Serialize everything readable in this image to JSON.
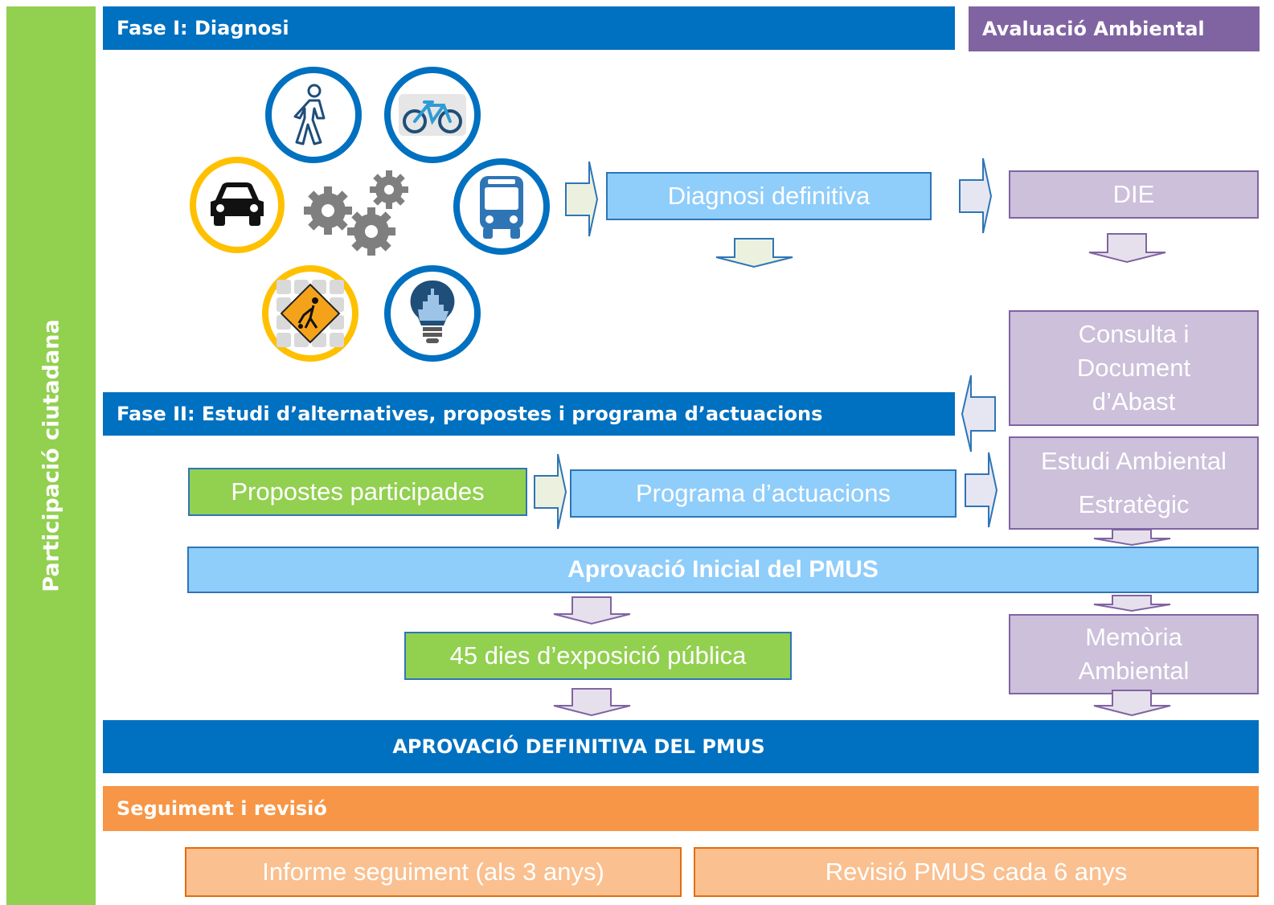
{
  "sidebar": {
    "label": "Participació ciutadana"
  },
  "phase1": {
    "title": "Fase I: Diagnosi"
  },
  "env": {
    "title": "Avaluació Ambiental"
  },
  "boxes": {
    "diagnosi": "Diagnosi definitiva",
    "die": "DIE",
    "consulta": [
      "Consulta i",
      "Document",
      "d’Abast"
    ],
    "estudi": [
      "Estudi Ambiental",
      "Estratègic"
    ],
    "propostes": "Propostes participades",
    "programa": "Programa d’actuacions",
    "aprovacio_inicial": "Aprovació Inicial del PMUS",
    "exposicio": "45 dies d’exposició pública",
    "memoria": [
      "Memòria",
      "Ambiental"
    ],
    "informe": "Informe seguiment (als 3 anys)",
    "revisio": "Revisió PMUS cada 6 anys"
  },
  "phase2": {
    "title": "Fase II: Estudi d’alternatives, propostes i programa d’actuacions"
  },
  "final": {
    "title": "APROVACIÓ DEFINITIVA DEL PMUS"
  },
  "followup": {
    "title": "Seguiment i revisió"
  },
  "icons": [
    "pedestrian-icon",
    "bicycle-icon",
    "car-icon",
    "bus-icon",
    "gears-icon",
    "road-works-icon",
    "lightbulb-city-icon"
  ],
  "colors": {
    "sidebar": "#92d050",
    "phase": "#0070c0",
    "env": "#8064a2",
    "followup": "#f79646"
  }
}
